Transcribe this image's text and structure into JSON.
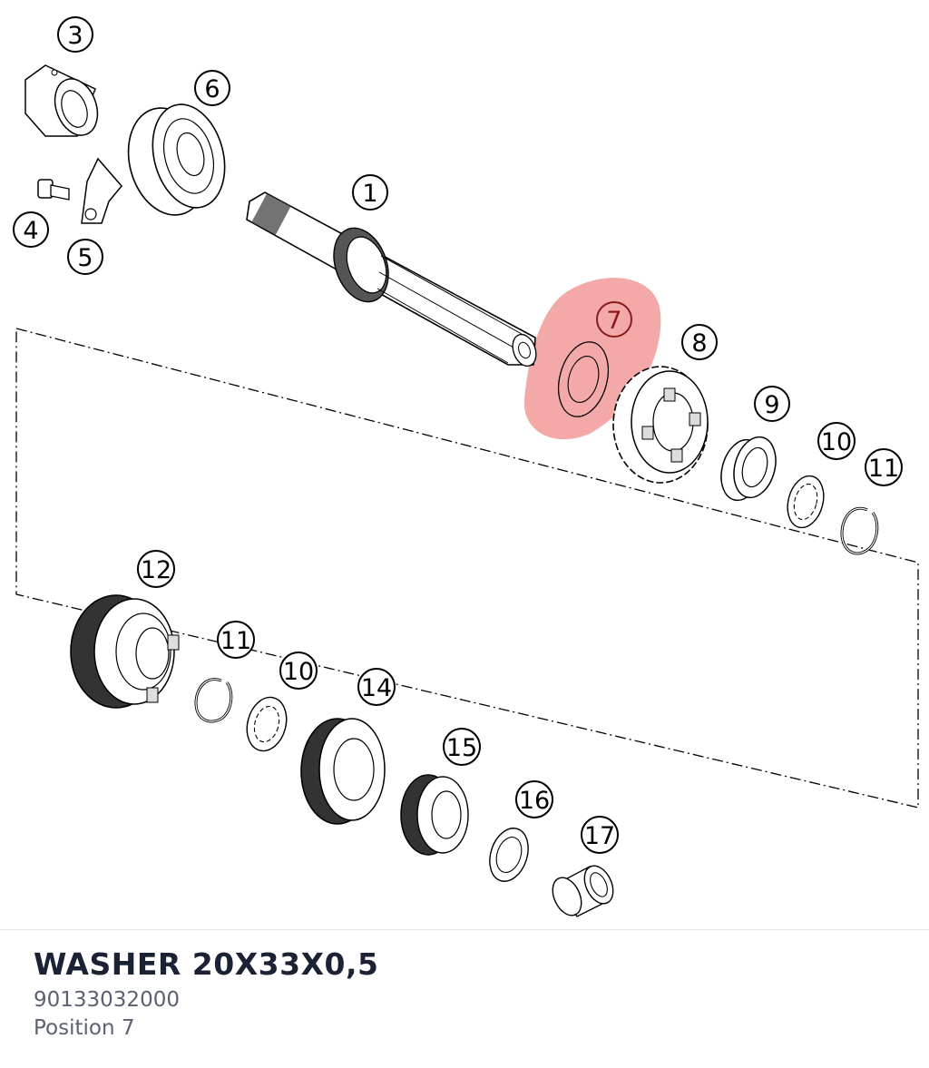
{
  "diagram": {
    "positions": [
      "1",
      "3",
      "4",
      "5",
      "6",
      "7",
      "8",
      "9",
      "10",
      "11",
      "12",
      "14",
      "15",
      "16",
      "17"
    ],
    "highlighted_position": "7",
    "highlight_color": "#f08c8c"
  },
  "part": {
    "name": "WASHER 20X33X0,5",
    "number": "90133032000",
    "position_text": "Position 7"
  }
}
